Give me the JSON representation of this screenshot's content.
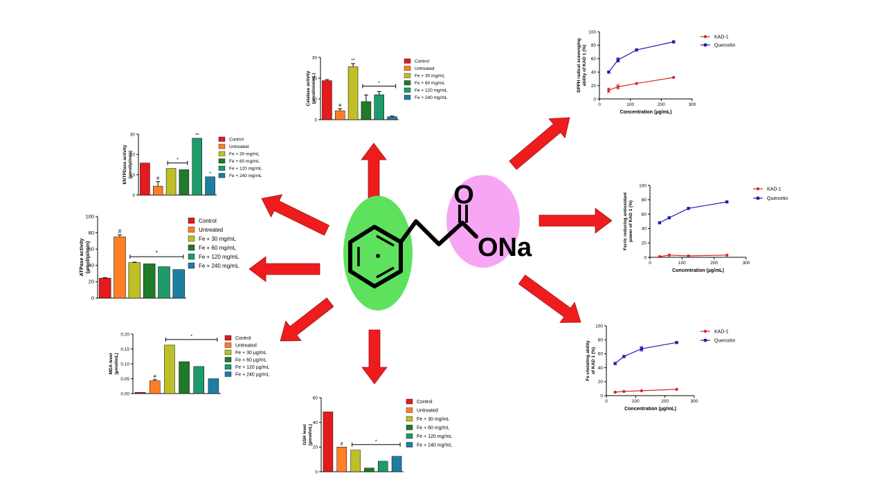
{
  "molecule": {
    "carbonyl_o": "O",
    "salt_label": "ONa",
    "colors": {
      "ring_ellipse": "#5ee25e",
      "acid_ellipse": "#f7a6f4",
      "bond": "#000000"
    }
  },
  "arrow_color": "#ee1c1c",
  "colors": {
    "control": "#e41a1c",
    "untreated": "#ff7f27",
    "fe30": "#bfbf28",
    "fe60": "#1f7a2a",
    "fe120": "#1f9a6b",
    "fe240": "#1d7ea2",
    "kad": "#d62728",
    "quercetin": "#1f1fa8"
  },
  "chart_data": [
    {
      "id": "catalase",
      "type": "bar",
      "ylabel": "Catalase activity\n(µmol/min/mL)",
      "ylim": [
        0,
        30
      ],
      "yticks": [
        "0",
        "10",
        "20",
        "30"
      ],
      "categories": [
        "Control",
        "Untreated",
        "Fe + 30 mg/mL",
        "Fe + 60 mg/mL",
        "Fe + 120 mg/mL",
        "Fe + 240 mg/mL"
      ],
      "values": [
        18.8,
        4.3,
        25.5,
        8.7,
        12,
        1.4
      ],
      "errors": [
        0.5,
        1,
        1.5,
        3.2,
        1.5,
        0.3
      ],
      "marks": [
        "",
        "#",
        "**",
        "",
        "",
        ""
      ],
      "bracket": {
        "from": 3,
        "to": 5,
        "label": "*"
      },
      "legend": [
        "Control",
        "Untreated",
        "Fe + 30 mg/mL",
        "Fe + 60 mg/mL",
        "Fe + 120 mg/mL",
        "Fe + 240 mg/mL"
      ]
    },
    {
      "id": "entpdase",
      "type": "bar",
      "ylabel": "ENTPDase activity\n(µmol/pi/min)",
      "ylim": [
        0,
        30
      ],
      "yticks": [
        "0",
        "10",
        "20",
        "30"
      ],
      "categories": [
        "Control",
        "Untreated",
        "Fe + 30 mg/mL",
        "Fe + 60 mg/mL",
        "Fe + 120 mg/mL",
        "Fe + 240 mg/mL"
      ],
      "values": [
        15.8,
        4.4,
        13.1,
        12.5,
        28,
        9
      ],
      "errors": [
        0,
        2.2,
        0,
        0,
        0,
        0
      ],
      "marks": [
        "",
        "#",
        "",
        "",
        "**",
        "*"
      ],
      "bracket": {
        "from": 2,
        "to": 3,
        "label": "*"
      },
      "legend": [
        "Control",
        "Untreated",
        "Fe + 30 mg/mL",
        "Fe + 60 mg/mL",
        "Fe + 120 mg/mL",
        "Fe + 240 mg/mL"
      ]
    },
    {
      "id": "atpase",
      "type": "bar",
      "ylabel": "ATPase activity\n(µmol/pi/min)",
      "ylim": [
        0,
        100
      ],
      "yticks": [
        "0",
        "20",
        "40",
        "60",
        "80",
        "100"
      ],
      "categories": [
        "Control",
        "Untreated",
        "Fe + 30 mg/mL",
        "Fe + 60 mg/mL",
        "Fe + 120 mg/mL",
        "Fe + 240 mg/mL"
      ],
      "values": [
        24.5,
        75,
        43.5,
        42,
        38.5,
        35
      ],
      "errors": [
        0.5,
        2.5,
        0.5,
        0,
        0,
        0
      ],
      "marks": [
        "",
        "#",
        "",
        "",
        "",
        ""
      ],
      "bracket": {
        "from": 2,
        "to": 5,
        "label": "*"
      },
      "legend": [
        "Control",
        "Untreated",
        "Fe + 30 mg/mL",
        "Fe + 60 mg/mL",
        "Fe + 120 mg/mL",
        "Fe + 240 mg/mL"
      ]
    },
    {
      "id": "mda",
      "type": "bar",
      "ylabel": "MDA level\n(µmol/mL)",
      "ylim": [
        0,
        0.2
      ],
      "yticks": [
        "0.00",
        "0.05",
        "0.10",
        "0.15",
        "0.20"
      ],
      "categories": [
        "Control",
        "Untreated",
        "Fe + 30 µg/mL",
        "Fe + 60 µg/mL",
        "Fe + 120 µg/mL",
        "Fe + 240 µg/mL"
      ],
      "values": [
        0.004,
        0.043,
        0.163,
        0.107,
        0.091,
        0.05
      ],
      "errors": [
        0,
        0.004,
        0,
        0,
        0,
        0
      ],
      "marks": [
        "",
        "#",
        "",
        "",
        "",
        ""
      ],
      "bracket": {
        "from": 2,
        "to": 5,
        "label": "*"
      },
      "legend": [
        "Control",
        "Untreated",
        "Fe + 30 µg/mL",
        "Fe + 60 µg/mL",
        "Fe + 120 µg/mL",
        "Fe + 240 µg/mL"
      ]
    },
    {
      "id": "gsh",
      "type": "bar",
      "ylabel": "GSH level\n(µmol/mL)",
      "ylim": [
        0,
        60
      ],
      "yticks": [
        "0",
        "20",
        "40",
        "60"
      ],
      "categories": [
        "Control",
        "Untreated",
        "Fe + 30 mg/mL",
        "Fe + 60 mg/mL",
        "Fe + 120 mg/mL",
        "Fe + 240 mg/mL"
      ],
      "values": [
        48.5,
        20,
        17.5,
        3,
        8.5,
        12.5
      ],
      "errors": [
        0,
        0,
        0,
        0,
        0,
        0
      ],
      "marks": [
        "",
        "#",
        "",
        "",
        "",
        ""
      ],
      "bracket": {
        "from": 2,
        "to": 5,
        "label": "*"
      },
      "legend": [
        "Control",
        "Untreated",
        "Fe + 30 mg/mL",
        "Fe + 60 mg/mL",
        "Fe + 120 mg/mL",
        "Fe + 240 mg/mL"
      ]
    },
    {
      "id": "dpph",
      "type": "line",
      "xlabel": "Concentration (µg/mL)",
      "ylabel": "DPPH radical scavenging\nability of KAD 1 (%)",
      "xlim": [
        0,
        300
      ],
      "ylim": [
        0,
        100
      ],
      "xticks": [
        0,
        100,
        200,
        300
      ],
      "yticks": [
        0,
        20,
        40,
        60,
        80,
        100
      ],
      "x": [
        30,
        60,
        120,
        240
      ],
      "series": [
        {
          "name": "KAD-1",
          "values": [
            13,
            18,
            23,
            32
          ],
          "errors": [
            3,
            3,
            0,
            0
          ]
        },
        {
          "name": "Quercetin",
          "values": [
            40,
            58,
            73,
            85
          ],
          "errors": [
            0,
            3,
            0,
            0
          ]
        }
      ]
    },
    {
      "id": "frap",
      "type": "line",
      "xlabel": "Concentration (µg/mL)",
      "ylabel": "Ferric reducing antioxidant\npower of KAD 1 (%)",
      "xlim": [
        0,
        300
      ],
      "ylim": [
        0,
        100
      ],
      "xticks": [
        0,
        100,
        200,
        300
      ],
      "yticks": [
        0,
        20,
        40,
        60,
        80,
        100
      ],
      "x": [
        30,
        60,
        120,
        240
      ],
      "series": [
        {
          "name": "KAD-1",
          "values": [
            1,
            3,
            2,
            3
          ],
          "errors": [
            0,
            0,
            0,
            0
          ]
        },
        {
          "name": "Quercetin",
          "values": [
            48,
            55,
            68,
            77
          ],
          "errors": [
            0,
            0,
            0,
            0
          ]
        }
      ]
    },
    {
      "id": "chelating",
      "type": "line",
      "xlabel": "Concentration (µg/mL)",
      "ylabel": "Fe chelating ability\nof KAD 1 (%)",
      "xlim": [
        0,
        300
      ],
      "ylim": [
        0,
        100
      ],
      "xticks": [
        0,
        100,
        200,
        300
      ],
      "yticks": [
        0,
        20,
        40,
        60,
        80,
        100
      ],
      "x": [
        30,
        60,
        120,
        240
      ],
      "series": [
        {
          "name": "KAD-1",
          "values": [
            5,
            6,
            7,
            9
          ],
          "errors": [
            0,
            0,
            0,
            0
          ]
        },
        {
          "name": "Quercetin",
          "values": [
            46,
            56,
            67,
            76
          ],
          "errors": [
            0,
            0,
            3,
            0
          ]
        }
      ]
    }
  ]
}
